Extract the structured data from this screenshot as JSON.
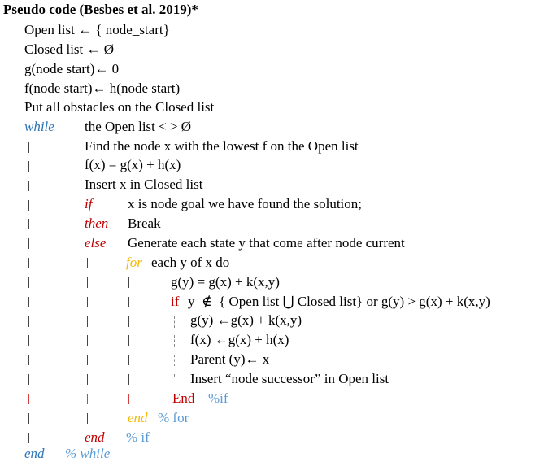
{
  "colors": {
    "blue": "#2e75b6",
    "red": "#c00000",
    "gold": "#f5b800",
    "lightblue": "#5b9bd5",
    "black": "#000000",
    "gray": "#888888"
  },
  "doc": {
    "title": "Pseudo code (Besbes et al. 2019)*",
    "lines": {
      "open_init": "Open list ← { node_start}",
      "closed_init": "Closed list ← Ø",
      "g_init": "g(node start)← 0",
      "f_init": "f(node start)← h(node start)",
      "obstacles": "Put all obstacles on the Closed list",
      "while_kw": "while",
      "while_cond": "the Open list < > Ø",
      "find_node": "Find the node x with the lowest f on the Open list",
      "fx": "f(x) = g(x) + h(x)",
      "insert_closed": "Insert x in Closed list",
      "if_kw": "if",
      "if_cond": "x is node goal we have found the solution;",
      "then_kw": "then",
      "then_body": "Break",
      "else_kw": "else",
      "else_body": "Generate each state y that come after node current",
      "for_kw": "for",
      "for_body": "each y of x do",
      "gy": "g(y) = g(x) + k(x,y)",
      "inner_if_kw": "if",
      "inner_if_cond": "y  ∉  { Open list ⋃ Closed list} or g(y) > g(x) + k(x,y)",
      "gy_assign": "g(y) ←g(x) + k(x,y)",
      "fx_assign": "f(x) ←g(x) + h(x)",
      "parent": "Parent (y)← x",
      "insert_open": "Insert “node successor” in Open list",
      "end_if_inner": "End",
      "end_if_inner_comment": "%if",
      "end_for_kw": "end",
      "end_for_comment": "% for",
      "end_if_kw": "end",
      "end_if_comment": "% if",
      "end_while_kw": "end",
      "end_while_comment": "% while"
    },
    "bar": "|"
  }
}
